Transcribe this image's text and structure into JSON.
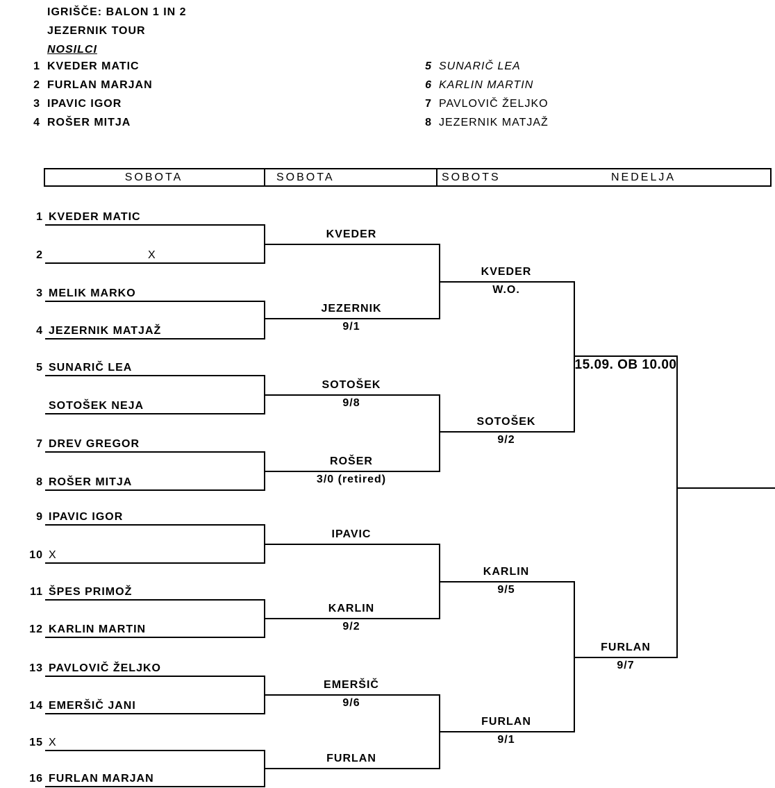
{
  "title": {
    "venue": "IGRIŠČE: BALON 1 IN 2",
    "tour": "JEZERNIK TOUR",
    "seeds_heading": "NOSILCI"
  },
  "seeds": {
    "left": [
      {
        "num": "1",
        "name": "KVEDER MATIC"
      },
      {
        "num": "2",
        "name": "FURLAN MARJAN"
      },
      {
        "num": "3",
        "name": "IPAVIC IGOR"
      },
      {
        "num": "4",
        "name": "ROŠER MITJA"
      }
    ],
    "right": [
      {
        "num": "5",
        "name": "SUNARIČ LEA"
      },
      {
        "num": "6",
        "name": "KARLIN MARTIN"
      },
      {
        "num": "7",
        "name": "PAVLOVIČ ŽELJKO"
      },
      {
        "num": "8",
        "name": "JEZERNIK MATJAŽ"
      }
    ]
  },
  "schedule_header": [
    "SOBOTA",
    "SOBOTA",
    "SOBOTS",
    "NEDELJA"
  ],
  "bracket": {
    "round1": [
      {
        "num": "1",
        "name": "KVEDER MATIC"
      },
      {
        "num": "2",
        "name": "X"
      },
      {
        "num": "3",
        "name": "MELIK MARKO"
      },
      {
        "num": "4",
        "name": "JEZERNIK MATJAŽ"
      },
      {
        "num": "5",
        "name": "SUNARIČ LEA"
      },
      {
        "num": "",
        "name": "SOTOŠEK NEJA"
      },
      {
        "num": "7",
        "name": "DREV GREGOR"
      },
      {
        "num": "8",
        "name": "ROŠER MITJA"
      },
      {
        "num": "9",
        "name": "IPAVIC IGOR"
      },
      {
        "num": "10",
        "name": "X"
      },
      {
        "num": "11",
        "name": "ŠPES PRIMOŽ"
      },
      {
        "num": "12",
        "name": "KARLIN MARTIN"
      },
      {
        "num": "13",
        "name": "PAVLOVIČ ŽELJKO"
      },
      {
        "num": "14",
        "name": "EMERŠIČ JANI"
      },
      {
        "num": "15",
        "name": "X"
      },
      {
        "num": "16",
        "name": "FURLAN MARJAN"
      }
    ],
    "round2": [
      {
        "name": "KVEDER",
        "score": ""
      },
      {
        "name": "JEZERNIK",
        "score": "9/1"
      },
      {
        "name": "SOTOŠEK",
        "score": "9/8"
      },
      {
        "name": "ROŠER",
        "score": "3/0 (retired)"
      },
      {
        "name": "IPAVIC",
        "score": ""
      },
      {
        "name": "KARLIN",
        "score": "9/2"
      },
      {
        "name": "EMERŠIČ",
        "score": "9/6"
      },
      {
        "name": "FURLAN",
        "score": ""
      }
    ],
    "round3": [
      {
        "name": "KVEDER",
        "score": "W.O."
      },
      {
        "name": "SOTOŠEK",
        "score": "9/2"
      },
      {
        "name": "KARLIN",
        "score": "9/5"
      },
      {
        "name": "FURLAN",
        "score": "9/1"
      }
    ],
    "semifinals": [
      {
        "name": "",
        "score": "",
        "note": "15.09. OB 10.00"
      },
      {
        "name": "FURLAN",
        "score": "9/7"
      }
    ],
    "final": {
      "name": "",
      "score": ""
    }
  }
}
